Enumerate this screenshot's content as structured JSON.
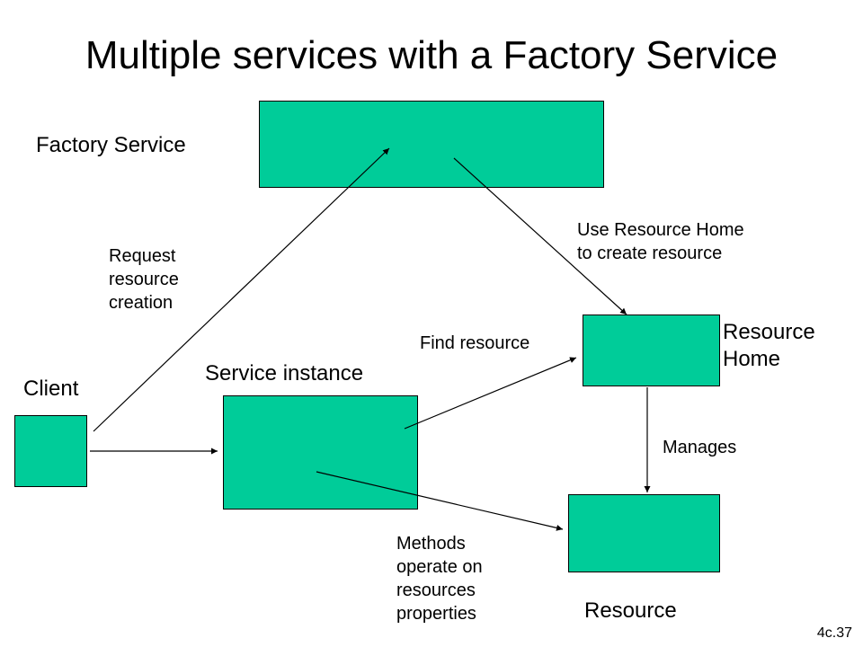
{
  "title": "Multiple services with a Factory Service",
  "colors": {
    "box_fill": "#00CC99",
    "stroke": "#000000",
    "background": "#FFFFFF"
  },
  "nodes": {
    "factory_service": "Factory Service",
    "client": "Client",
    "service_instance": "Service instance",
    "resource_home": "Resource\nHome",
    "resource": "Resource"
  },
  "edges": {
    "request_creation": "Request\nresource\ncreation",
    "use_resource_home": "Use Resource Home\nto create resource",
    "find_resource": "Find resource",
    "manages": "Manages",
    "methods_operate": "Methods\noperate on\nresources\nproperties"
  },
  "slide_number": "4c.37"
}
